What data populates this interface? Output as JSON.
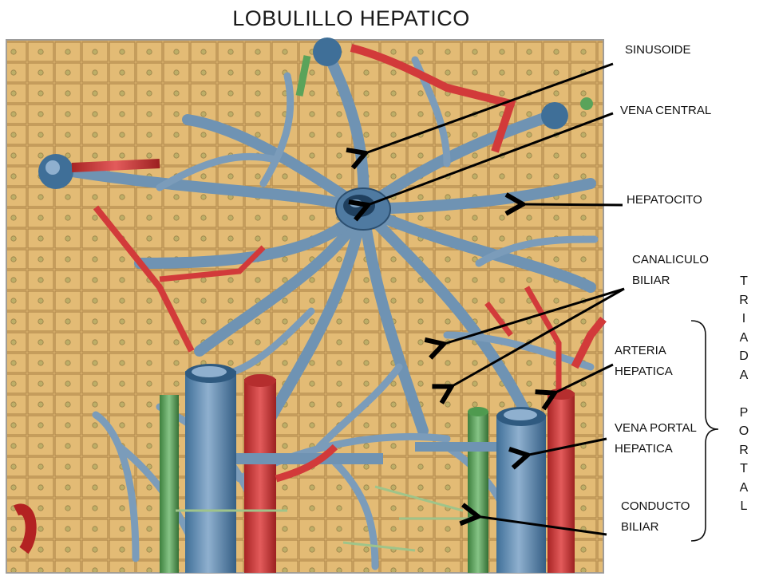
{
  "title": "LOBULILLO HEPATICO",
  "labels": {
    "sinusoide": "SINUSOIDE",
    "vena_central": "VENA CENTRAL",
    "hepatocito": "HEPATOCITO",
    "canaliculo_l1": "CANALICULO",
    "canaliculo_l2": "BILIAR",
    "arteria_l1": "ARTERIA",
    "arteria_l2": "HEPATICA",
    "vena_portal_l1": "VENA PORTAL",
    "vena_portal_l2": "HEPATICA",
    "conducto_l1": "CONDUCTO",
    "conducto_l2": "BILIAR"
  },
  "triada_portal": [
    "T",
    "R",
    "I",
    "A",
    "D",
    "A",
    "",
    "P",
    "O",
    "R",
    "T",
    "A",
    "L"
  ],
  "colors": {
    "hepatocyte": "#e8c27a",
    "sinusoid": "#6f93b3",
    "artery": "#d23a3a",
    "bile_duct": "#5aa35a",
    "background": "#ffffff"
  }
}
